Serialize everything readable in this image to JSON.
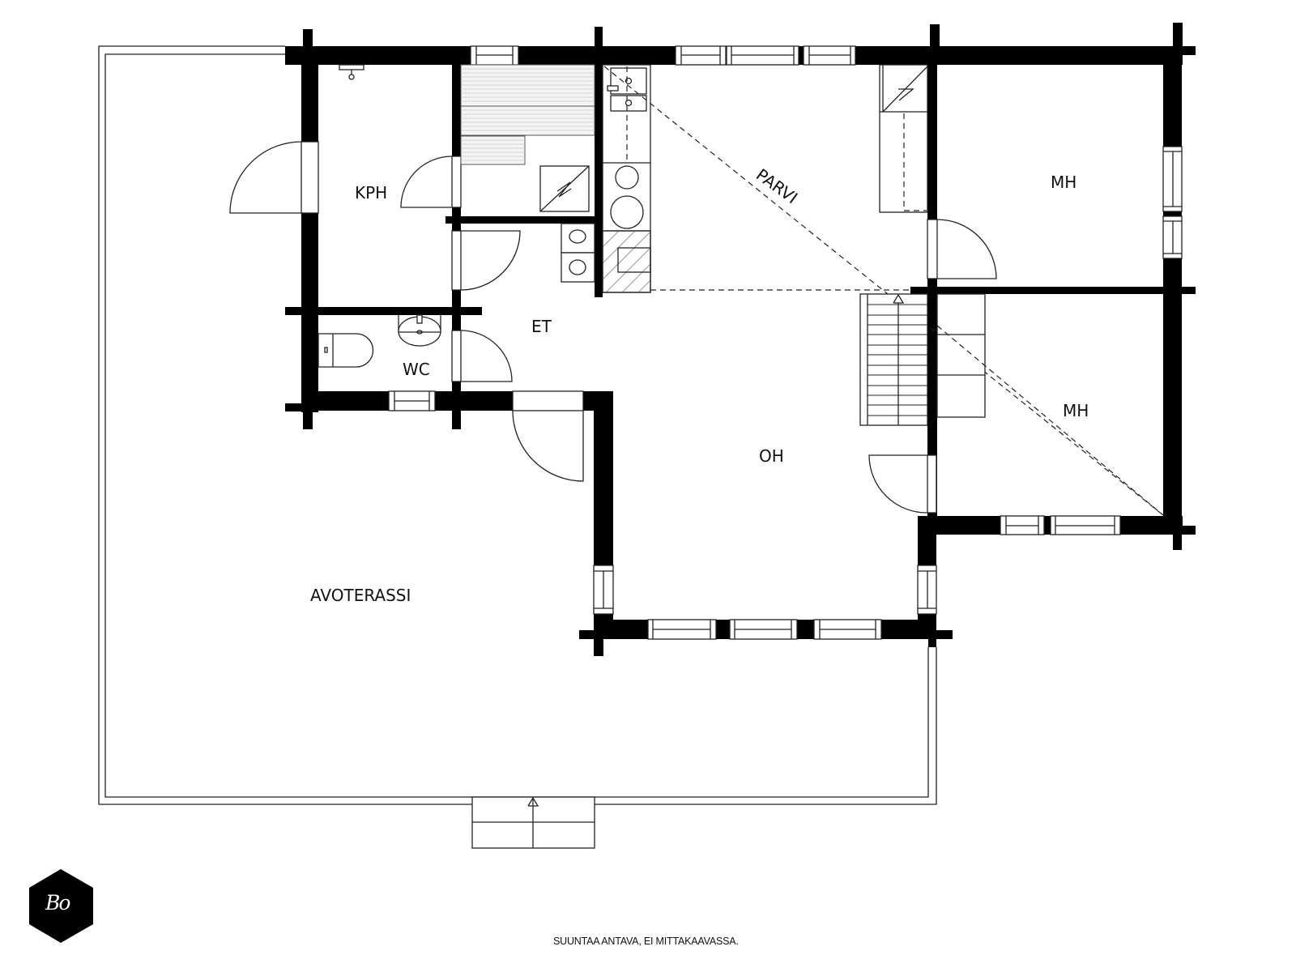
{
  "plan": {
    "rooms": [
      {
        "id": "kph",
        "label": "KPH"
      },
      {
        "id": "wc",
        "label": "WC"
      },
      {
        "id": "et",
        "label": "ET"
      },
      {
        "id": "parvi",
        "label": "PARVI"
      },
      {
        "id": "mh1",
        "label": "MH"
      },
      {
        "id": "mh2",
        "label": "MH"
      },
      {
        "id": "oh",
        "label": "OH"
      },
      {
        "id": "avoterassi",
        "label": "AVOTERASSI"
      }
    ],
    "icons": [
      "shower-icon",
      "sauna-bench-icon",
      "sauna-stove-icon",
      "kitchen-sink-icon",
      "stove-icon",
      "fireplace-icon",
      "toilet-icon",
      "washbasin-icon",
      "stairs-icon",
      "wardrobe-icon",
      "door-icon",
      "window-icon",
      "entrance-steps-icon"
    ],
    "colors": {
      "wall": "#000000",
      "line": "#222222",
      "background": "#ffffff"
    }
  },
  "logo": {
    "text": "Bo"
  },
  "footer": {
    "disclaimer": "SUUNTAA ANTAVA, EI MITTAKAAVASSA."
  }
}
